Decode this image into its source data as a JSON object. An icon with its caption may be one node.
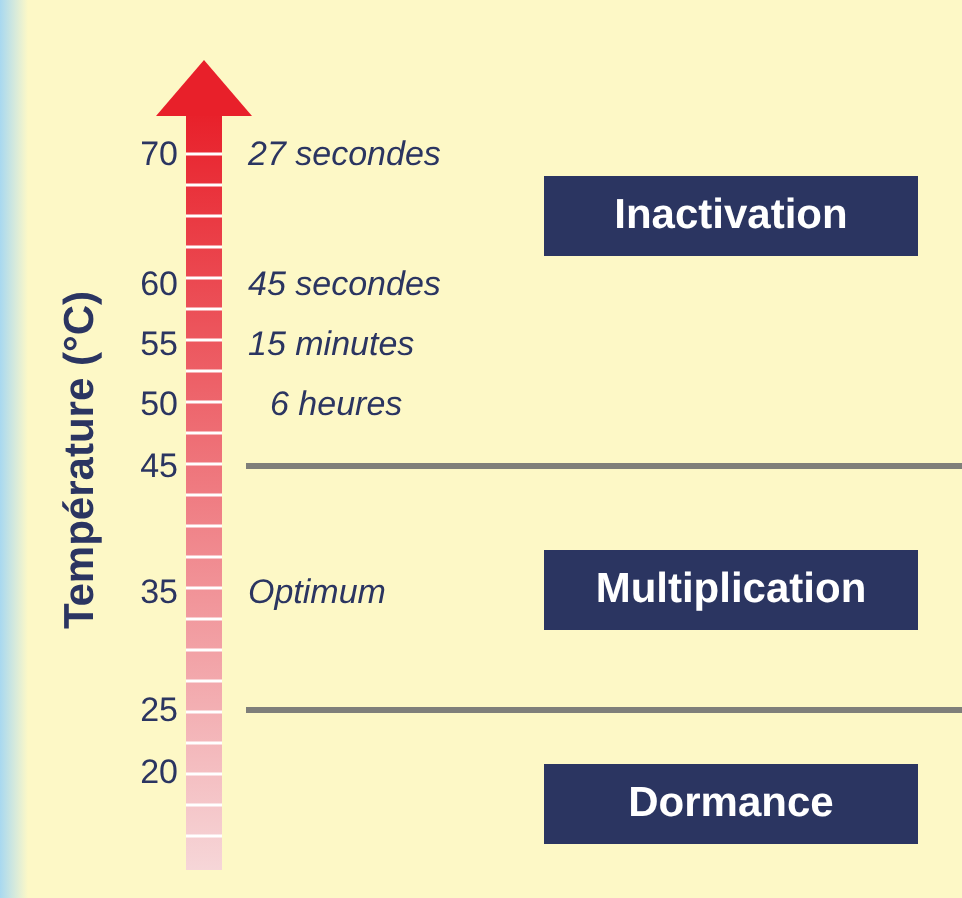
{
  "diagram": {
    "nodes": [
      {
        "text": [
          "Inactivation"
        ]
      },
      {
        "text": [
          "Multiplication"
        ]
      },
      {
        "text": [
          "Dormance"
        ]
      }
    ],
    "labels": [
      "Température (°C)",
      "70",
      "27 secondes",
      "60",
      "45 secondes",
      "55",
      "15 minutes",
      "50",
      "6 heures",
      "45",
      "35",
      "Optimum",
      "25",
      "20"
    ]
  }
}
